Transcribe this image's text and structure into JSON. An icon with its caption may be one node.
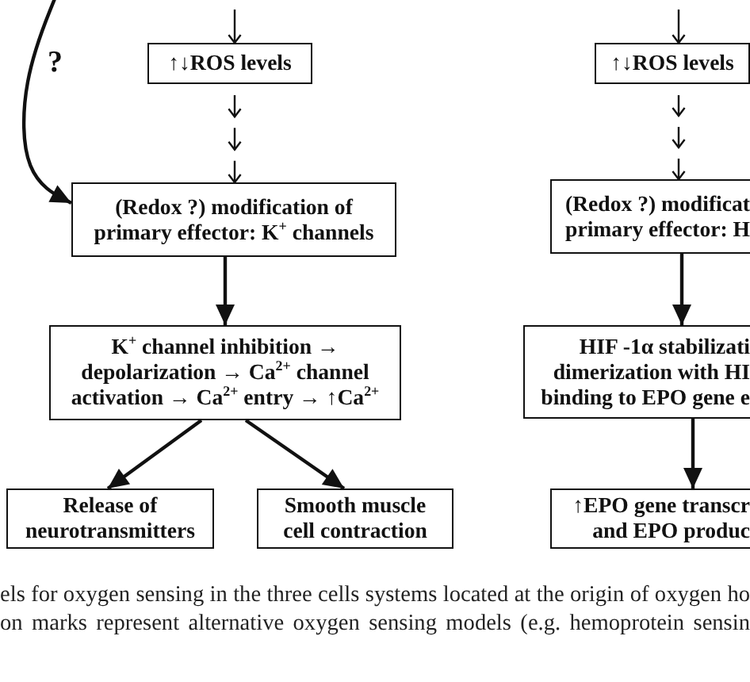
{
  "diagram": {
    "nodes": [
      {
        "text": [
          "↑↓ROS levels"
        ]
      },
      {
        "text": [
          "(Redox ?) modification of primary effector: K$^{+}$ channels"
        ]
      },
      {
        "text": [
          "K$^{+}$ channel inhibition → depolarization → Ca$^{2+}$ channel activation → Ca$^{2+}$ entry → ↑Ca$^{2+}$"
        ]
      },
      {
        "text": [
          "Release of neurotransmitters"
        ]
      },
      {
        "text": [
          "Smooth muscle cell contraction"
        ]
      },
      {
        "text": [
          "↑↓ROS levels"
        ]
      },
      {
        "text": [
          "(Redox ?) modificat primary effector: H"
        ]
      },
      {
        "text": [
          "HIF -1α stabilizati dimerization with HI binding to EPO gene e"
        ]
      },
      {
        "text": [
          "↑EPO gene transcr and EPO produc"
        ]
      }
    ],
    "edges": [
      {
        "from": null,
        "to": 0,
        "arrow": "to"
      },
      {
        "from": 0,
        "to": 1,
        "arrow": "to",
        "style": "dashed"
      },
      {
        "from": null,
        "to": 1,
        "arrow": "to",
        "label": "?"
      },
      {
        "from": 1,
        "to": 2,
        "arrow": "to"
      },
      {
        "from": 2,
        "to": 3,
        "arrow": "to"
      },
      {
        "from": 2,
        "to": 4,
        "arrow": "to"
      },
      {
        "from": null,
        "to": 5,
        "arrow": "to"
      },
      {
        "from": 5,
        "to": 6,
        "arrow": "to",
        "style": "dashed"
      },
      {
        "from": 6,
        "to": 7,
        "arrow": "to"
      },
      {
        "from": 7,
        "to": 8,
        "arrow": "to"
      }
    ],
    "caption": "els for oxygen sensing in the three cells systems located at the origin of oxygen ho on marks represent alternative oxygen sensing models (e.g. hemoprotein sensin"
  }
}
